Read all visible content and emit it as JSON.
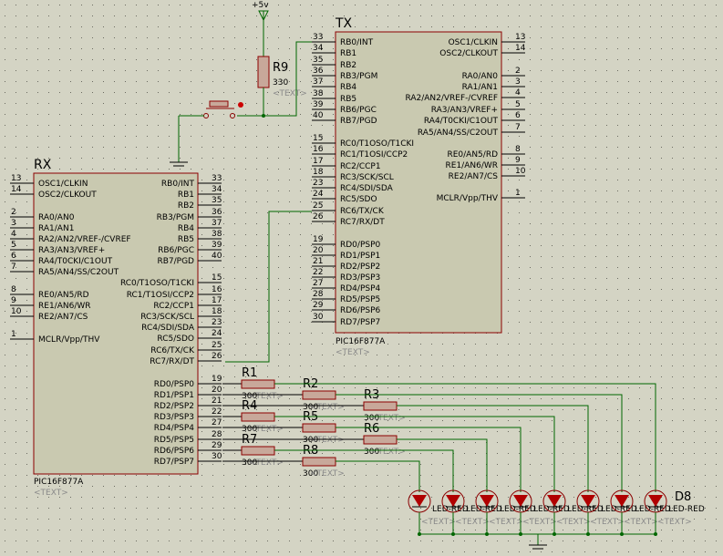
{
  "power": {
    "label": "+5v"
  },
  "resistor_r9": {
    "ref": "R9",
    "value": "330",
    "text": "<TEXT>"
  },
  "rx": {
    "ref": "RX",
    "part": "PIC16F877A",
    "text": "<TEXT>",
    "left_pins": [
      {
        "n": "13",
        "name": "OSC1/CLKIN"
      },
      {
        "n": "14",
        "name": "OSC2/CLKOUT"
      },
      {
        "n": "2",
        "name": "RA0/AN0"
      },
      {
        "n": "3",
        "name": "RA1/AN1"
      },
      {
        "n": "4",
        "name": "RA2/AN2/VREF-/CVREF"
      },
      {
        "n": "5",
        "name": "RA3/AN3/VREF+"
      },
      {
        "n": "6",
        "name": "RA4/T0CKI/C1OUT"
      },
      {
        "n": "7",
        "name": "RA5/AN4/SS/C2OUT"
      },
      {
        "n": "8",
        "name": "RE0/AN5/RD"
      },
      {
        "n": "9",
        "name": "RE1/AN6/WR"
      },
      {
        "n": "10",
        "name": "RE2/AN7/CS"
      },
      {
        "n": "1",
        "name": "MCLR/Vpp/THV"
      }
    ],
    "right_pins": [
      {
        "n": "33",
        "name": "RB0/INT"
      },
      {
        "n": "34",
        "name": "RB1"
      },
      {
        "n": "35",
        "name": "RB2"
      },
      {
        "n": "36",
        "name": "RB3/PGM"
      },
      {
        "n": "37",
        "name": "RB4"
      },
      {
        "n": "38",
        "name": "RB5"
      },
      {
        "n": "39",
        "name": "RB6/PGC"
      },
      {
        "n": "40",
        "name": "RB7/PGD"
      },
      {
        "n": "15",
        "name": "RC0/T1OSO/T1CKI"
      },
      {
        "n": "16",
        "name": "RC1/T1OSI/CCP2"
      },
      {
        "n": "17",
        "name": "RC2/CCP1"
      },
      {
        "n": "18",
        "name": "RC3/SCK/SCL"
      },
      {
        "n": "23",
        "name": "RC4/SDI/SDA"
      },
      {
        "n": "24",
        "name": "RC5/SDO"
      },
      {
        "n": "25",
        "name": "RC6/TX/CK"
      },
      {
        "n": "26",
        "name": "RC7/RX/DT"
      },
      {
        "n": "19",
        "name": "RD0/PSP0"
      },
      {
        "n": "20",
        "name": "RD1/PSP1"
      },
      {
        "n": "21",
        "name": "RD2/PSP2"
      },
      {
        "n": "22",
        "name": "RD3/PSP3"
      },
      {
        "n": "27",
        "name": "RD4/PSP4"
      },
      {
        "n": "28",
        "name": "RD5/PSP5"
      },
      {
        "n": "29",
        "name": "RD6/PSP6"
      },
      {
        "n": "30",
        "name": "RD7/PSP7"
      }
    ]
  },
  "tx": {
    "ref": "TX",
    "part": "PIC16F877A",
    "text": "<TEXT>",
    "left_pins": [
      {
        "n": "33",
        "name": "RB0/INT"
      },
      {
        "n": "34",
        "name": "RB1"
      },
      {
        "n": "35",
        "name": "RB2"
      },
      {
        "n": "36",
        "name": "RB3/PGM"
      },
      {
        "n": "37",
        "name": "RB4"
      },
      {
        "n": "38",
        "name": "RB5"
      },
      {
        "n": "39",
        "name": "RB6/PGC"
      },
      {
        "n": "40",
        "name": "RB7/PGD"
      },
      {
        "n": "15",
        "name": "RC0/T1OSO/T1CKI"
      },
      {
        "n": "16",
        "name": "RC1/T1OSI/CCP2"
      },
      {
        "n": "17",
        "name": "RC2/CCP1"
      },
      {
        "n": "18",
        "name": "RC3/SCK/SCL"
      },
      {
        "n": "23",
        "name": "RC4/SDI/SDA"
      },
      {
        "n": "24",
        "name": "RC5/SDO"
      },
      {
        "n": "25",
        "name": "RC6/TX/CK"
      },
      {
        "n": "26",
        "name": "RC7/RX/DT"
      },
      {
        "n": "19",
        "name": "RD0/PSP0"
      },
      {
        "n": "20",
        "name": "RD1/PSP1"
      },
      {
        "n": "21",
        "name": "RD2/PSP2"
      },
      {
        "n": "22",
        "name": "RD3/PSP3"
      },
      {
        "n": "27",
        "name": "RD4/PSP4"
      },
      {
        "n": "28",
        "name": "RD5/PSP5"
      },
      {
        "n": "29",
        "name": "RD6/PSP6"
      },
      {
        "n": "30",
        "name": "RD7/PSP7"
      }
    ],
    "right_pins": [
      {
        "n": "13",
        "name": "OSC1/CLKIN"
      },
      {
        "n": "14",
        "name": "OSC2/CLKOUT"
      },
      {
        "n": "2",
        "name": "RA0/AN0"
      },
      {
        "n": "3",
        "name": "RA1/AN1"
      },
      {
        "n": "4",
        "name": "RA2/AN2/VREF-/CVREF"
      },
      {
        "n": "5",
        "name": "RA3/AN3/VREF+"
      },
      {
        "n": "6",
        "name": "RA4/T0CKI/C1OUT"
      },
      {
        "n": "7",
        "name": "RA5/AN4/SS/C2OUT"
      },
      {
        "n": "8",
        "name": "RE0/AN5/RD"
      },
      {
        "n": "9",
        "name": "RE1/AN6/WR"
      },
      {
        "n": "10",
        "name": "RE2/AN7/CS"
      },
      {
        "n": "1",
        "name": "MCLR/Vpp/THV"
      }
    ]
  },
  "resistors": [
    {
      "ref": "R1",
      "value": "300"
    },
    {
      "ref": "R2",
      "value": "300"
    },
    {
      "ref": "R3",
      "value": "300"
    },
    {
      "ref": "R4",
      "value": "300"
    },
    {
      "ref": "R5",
      "value": "300"
    },
    {
      "ref": "R6",
      "value": "300"
    },
    {
      "ref": "R7",
      "value": "300"
    },
    {
      "ref": "R8",
      "value": "300"
    }
  ],
  "text_placeholder": "<TEXT>",
  "led_ref": "D8",
  "led_label": "LED-RED",
  "colors": {
    "background": "#d4d4c4",
    "chip_fill": "#c9c9b0",
    "outline": "#8b0000",
    "wire": "#006600",
    "resistor_fill": "#c8a89a",
    "led_fill": "#b00000"
  }
}
